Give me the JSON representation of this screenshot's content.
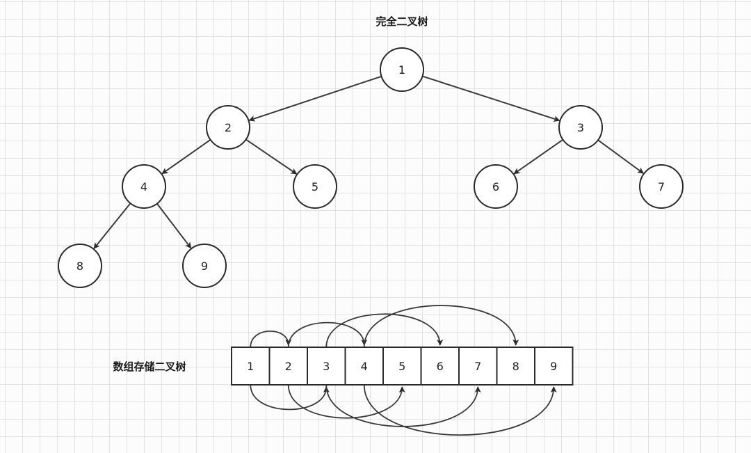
{
  "tree_title": "完全二叉树",
  "array_title": "数组存储二叉树",
  "nodes": [
    {
      "id": "1",
      "label": "1"
    },
    {
      "id": "2",
      "label": "2"
    },
    {
      "id": "3",
      "label": "3"
    },
    {
      "id": "4",
      "label": "4"
    },
    {
      "id": "5",
      "label": "5"
    },
    {
      "id": "6",
      "label": "6"
    },
    {
      "id": "7",
      "label": "7"
    },
    {
      "id": "8",
      "label": "8"
    },
    {
      "id": "9",
      "label": "9"
    }
  ],
  "edges": [
    {
      "from": "1",
      "to": "2"
    },
    {
      "from": "1",
      "to": "3"
    },
    {
      "from": "2",
      "to": "4"
    },
    {
      "from": "2",
      "to": "5"
    },
    {
      "from": "3",
      "to": "6"
    },
    {
      "from": "3",
      "to": "7"
    },
    {
      "from": "4",
      "to": "8"
    },
    {
      "from": "4",
      "to": "9"
    }
  ],
  "array_cells": [
    "1",
    "2",
    "3",
    "4",
    "5",
    "6",
    "7",
    "8",
    "9"
  ],
  "colors": {
    "stroke": "#2a2a2a",
    "background": "#fcfcfc",
    "grid": "#e2e2e2"
  }
}
